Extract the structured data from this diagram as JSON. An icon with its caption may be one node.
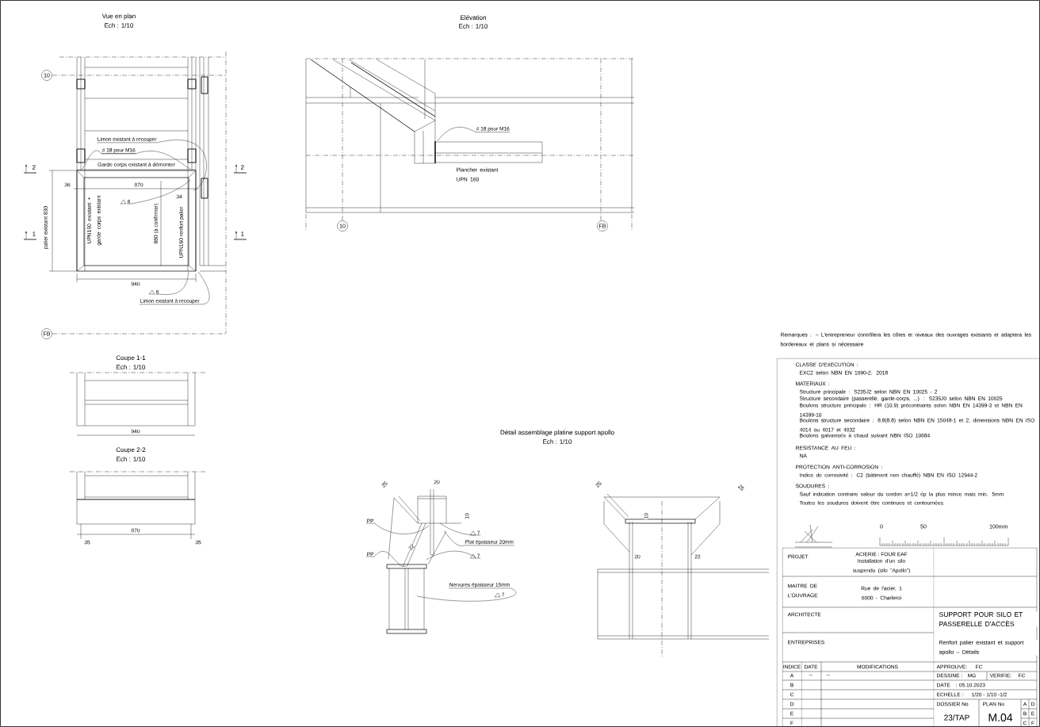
{
  "diagram": {
    "nodes": [
      {
        "text": [
          "Limon existant à recouper"
        ]
      },
      {
        "text": [
          "# 18 pour M16"
        ]
      },
      {
        "text": [
          "6"
        ]
      },
      {
        "text": [
          "6"
        ]
      },
      {
        "text": [
          "Limon existant à recouper"
        ]
      },
      {
        "text": [
          "# 18 pour M16"
        ]
      },
      {
        "text": [
          "PP"
        ]
      },
      {
        "text": [
          "PP"
        ]
      },
      {
        "text": [
          "7"
        ]
      },
      {
        "text": [
          "Plat épaisseur 20mm"
        ]
      },
      {
        "text": [
          "7"
        ]
      },
      {
        "text": [
          "Nervures épaisseur 15mm"
        ]
      },
      {
        "text": [
          "7"
        ]
      },
      {
        "text": [
          "10"
        ]
      },
      {
        "text": [
          "FB"
        ]
      },
      {
        "text": [
          "10"
        ]
      },
      {
        "text": [
          "FB"
        ]
      }
    ],
    "edges": [
      {
        "from": 0,
        "to": null,
        "arrow": "none"
      },
      {
        "from": 1,
        "to": null,
        "arrow": "none"
      },
      {
        "from": 1,
        "to": null,
        "arrow": "none"
      },
      {
        "from": 2,
        "to": null,
        "arrow": "none"
      },
      {
        "from": 3,
        "to": null,
        "arrow": "none"
      },
      {
        "from": 4,
        "to": null,
        "arrow": "none"
      },
      {
        "from": 5,
        "to": null,
        "arrow": "none"
      },
      {
        "from": 6,
        "to": null,
        "arrow": "none"
      },
      {
        "from": 7,
        "to": null,
        "arrow": "none"
      },
      {
        "from": 8,
        "to": null,
        "arrow": "none"
      },
      {
        "from": 9,
        "to": null,
        "arrow": "none"
      },
      {
        "from": 10,
        "to": null,
        "arrow": "none"
      },
      {
        "from": 11,
        "to": null,
        "arrow": "none"
      }
    ],
    "labels": [
      "Vue en plan",
      "Ech : 1/10",
      "Garde corps existant à démonter",
      "36",
      "870",
      "34",
      "palier existant 830",
      "UPN160 existant + garde corps existant",
      "880 (à confirmer)",
      "UPN160 renfort palier",
      "940",
      "2",
      "1",
      "2",
      "1",
      "Elévation",
      "Ech : 1/10",
      "Plancher existant UPN 160",
      "Coupe 1-1",
      "Ech : 1/10",
      "940",
      "Coupe 2-2",
      "Ech : 1/10",
      "870",
      "35",
      "35",
      "Détail assemblage platine support apollo",
      "Ech : 1/10",
      "20",
      "10",
      "25",
      "22",
      "25",
      "25",
      "10",
      "20",
      "22",
      "Remarques : – L'entrepreneur contrôlera les côtes et niveaux des ouvrages existants et adaptera les bordereaux et plans si nécessaire",
      "CLASSE D'EXECUTION :",
      "EXC2 selon NBN EN 1090-2: 2018",
      "MATERIAUX :",
      "Structure principale : S235J2 selon NBN EN 10025 - 2",
      "Structure secondaire (passerelle, garde-corps, ...) : S235J0 selon NBN EN 10025",
      "Boulons structure principale : HR (10.9) précontraints selon NBN EN 14399-3 et NBN EN 14399-10",
      "Boulons structure secondaire : 8.8(8.8) selon NBN EN 15048-1 et 2, dimensions NBN EN ISO 4014 ou 4017 et 4032",
      "Boulons galvanisés à chaud suivant NBN ISO 10684",
      "RESISTANCE AU FEU :",
      "NA",
      "PROTECTION ANTI-CORROSION :",
      "Indice de corrosivité : C2 (bâtiment non chauffé) NBN EN ISO 12944-2",
      "SOUDURES :",
      "Sauf indication contraire valeur du cordon a=1/2 ép la plus mince mais min. 5mm",
      "Toutes les soudures doivent être continues et contournées.",
      "0",
      "50",
      "100mm",
      "PROJET",
      "ACIERIE : FOUR EAF",
      "Installation d'un silo suspendu (silo \"Apollo\")",
      "MAITRE DE L'OUVRAGE",
      "Rue de l'acier, 1 6000 - Charleroi",
      "ARCHITECTE",
      "SUPPORT POUR SILO ET PASSERELLE D'ACCÈS",
      "ENTREPRISES",
      "Renfort palier existant et support apollo – Détails",
      "INDICE",
      "DATE",
      "MODIFICATIONS",
      "APPROUVE:",
      "FC",
      "A",
      "--",
      "--",
      "DESSINE :",
      "MG",
      "VERIFIE:",
      "FC",
      "B",
      "DATE",
      ": 05.10.2023",
      "C",
      "ECHELLE :",
      "1/20 - 1/10 -1/2",
      "D",
      "DOSSIER No",
      "PLAN No",
      "A",
      "D",
      "E",
      "23/TAP",
      "M.04",
      "B",
      "E",
      "F",
      "C",
      "F"
    ]
  }
}
